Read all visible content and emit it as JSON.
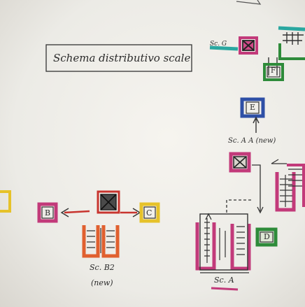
{
  "title_box": {
    "text": "Schema distributivo scale"
  },
  "nodes": {
    "A": {
      "letter": "",
      "stair_label": "Sc. A"
    },
    "AA": {
      "stair_label": "Sc. A A (new)"
    },
    "B": {
      "letter": "B"
    },
    "B2": {
      "stair_label": "Sc. B2",
      "note": "(new)"
    },
    "C": {
      "letter": "C"
    },
    "D": {
      "letter": "D"
    },
    "E": {
      "letter": "E"
    },
    "F": {
      "letter": "F"
    },
    "G": {
      "stair_label": "Sc. G"
    }
  },
  "colors": {
    "ink": "#2b2b2b",
    "magenta": "#c23a7a",
    "orange": "#e0602f",
    "green": "#2e8b3a",
    "blue": "#2e4fa6",
    "yellow": "#e6c22a",
    "teal": "#2aa7a0",
    "red": "#c8352f",
    "dark": "#3a3a3a"
  }
}
